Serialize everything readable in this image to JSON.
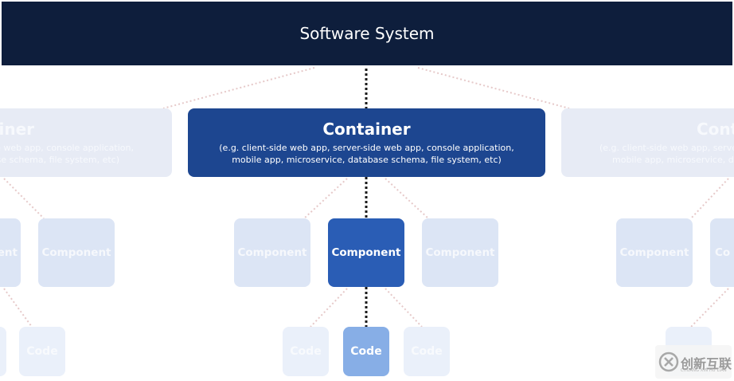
{
  "header": {
    "title": "Software System"
  },
  "container_center": {
    "title": "Container",
    "desc_line1": "(e.g. client-side web app, server-side web app, console application,",
    "desc_line2": "mobile app, microservice, database schema, file system, etc)"
  },
  "container_left": {
    "title": "iner",
    "desc_line1": "e web app, console application,",
    "desc_line2": "ase schema, file system, etc)"
  },
  "container_right": {
    "title": "Cont",
    "desc_line1": "(e.g. client-side web app, server",
    "desc_line2": "mobile app, microservice, da"
  },
  "components": {
    "left_partial": "ent",
    "left": "Component",
    "center_left": "Component",
    "center": "Component",
    "center_right": "Component",
    "right": "Component",
    "right_partial": "Co"
  },
  "code": {
    "left": "Code",
    "center_left": "Code",
    "center": "Code",
    "center_right": "Code"
  },
  "watermark": {
    "text": "创新互联",
    "subtext": "CHUANG XIN HU LIAN"
  },
  "colors": {
    "header_bg": "#0e1e3c",
    "container_main": "#1d4690",
    "component_main": "#2a5db5",
    "code_main": "#87aee6",
    "faded_container": "#e7ebf5",
    "faded_component": "#dce5f5",
    "connector": "#1a1a1a",
    "faded_connector": "#e6c9c9"
  }
}
